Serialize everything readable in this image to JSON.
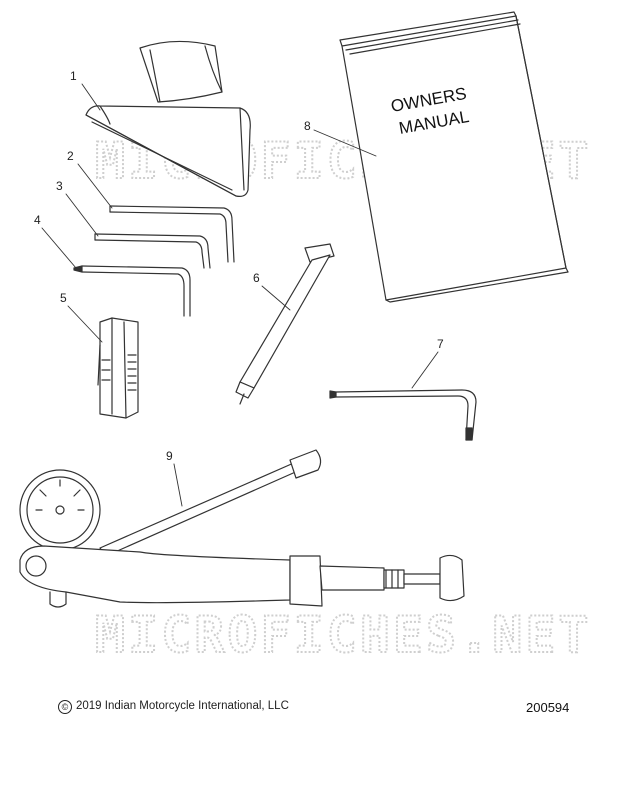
{
  "callouts": [
    "1",
    "2",
    "3",
    "4",
    "5",
    "6",
    "7",
    "8",
    "9"
  ],
  "manual": {
    "line1": "OWNERS",
    "line2": "MANUAL"
  },
  "watermark": "MICROFICHES.NET",
  "footer": {
    "copyright_symbol": "©",
    "copyright": "2019 Indian Motorcycle International, LLC",
    "drawing_number": "200594"
  },
  "colors": {
    "line": "#333333",
    "watermark": "#cfcfcf"
  }
}
